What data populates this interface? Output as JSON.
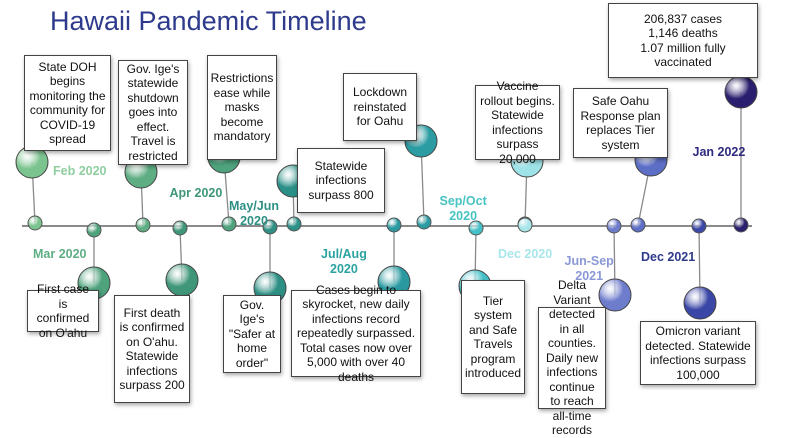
{
  "title": "Hawaii Pandemic Timeline",
  "events": [
    {
      "date": "Feb 2020",
      "date_color": "#8fcf9f",
      "color": "#7cc48f",
      "text": "State DOH begins monitoring the community for COVID-19 spread"
    },
    {
      "date": "Mar 2020",
      "date_color": "#5fae83",
      "color": "#4ea27c",
      "text": "First case is confirmed on O'ahu"
    },
    {
      "date": "",
      "date_color": "",
      "color": "#5fae83",
      "text": "Gov. Ige's statewide shutdown goes into effect. Travel is restricted"
    },
    {
      "date": "Apr 2020",
      "date_color": "#3f9678",
      "color": "#3f9678",
      "text": "First death is confirmed on O'ahu. Statewide infections surpass 200"
    },
    {
      "date": "",
      "date_color": "",
      "color": "#4ea27c",
      "text": "Restrictions ease while masks become mandatory"
    },
    {
      "date": "May/Jun 2020",
      "date_color": "#2e8f84",
      "color": "#2e8f84",
      "text": "Gov. Ige's \"Safer at home order\""
    },
    {
      "date": "",
      "date_color": "",
      "color": "#2a9088",
      "text": "Statewide infections surpass 800"
    },
    {
      "date": "Jul/Aug 2020",
      "date_color": "#2aa3a0",
      "color": "#2a9aa0",
      "text": "Cases begin to skyrocket, new daily infections record repeatedly surpassed. Total cases now over 5,000 with over 40 deaths"
    },
    {
      "date": "",
      "date_color": "",
      "color": "#2a9ca2",
      "text": "Lockdown reinstated for Oahu"
    },
    {
      "date": "Sep/Oct 2020",
      "date_color": "#48c3c3",
      "color": "#45c0c8",
      "text": "Tier system and Safe Travels program introduced"
    },
    {
      "date": "",
      "date_color": "",
      "color": "#9ee3e8",
      "text": "Vaccine rollout begins. Statewide infections surpass 20,000"
    },
    {
      "date": "Dec 2020",
      "date_color": "#a8e6ea",
      "color": "#a8e6ea",
      "text": ""
    },
    {
      "date": "Jun-Sep 2021",
      "date_color": "#8a98d6",
      "color": "#6e7ccc",
      "text": "Delta Variant detected in all counties. Daily new infections continue to reach all-time records"
    },
    {
      "date": "",
      "date_color": "",
      "color": "#5d6ec6",
      "text": "Safe Oahu Response plan replaces Tier system"
    },
    {
      "date": "Dec 2021",
      "date_color": "#2e3a8c",
      "color": "#3b47a6",
      "text": "Omicron variant detected. Statewide infections surpass 100,000"
    },
    {
      "date": "Jan 2022",
      "date_color": "#2e2a7e",
      "color": "#2a1f6e",
      "text": "206,837 cases\n1,146 deaths\n1.07 million fully vaccinated"
    }
  ]
}
